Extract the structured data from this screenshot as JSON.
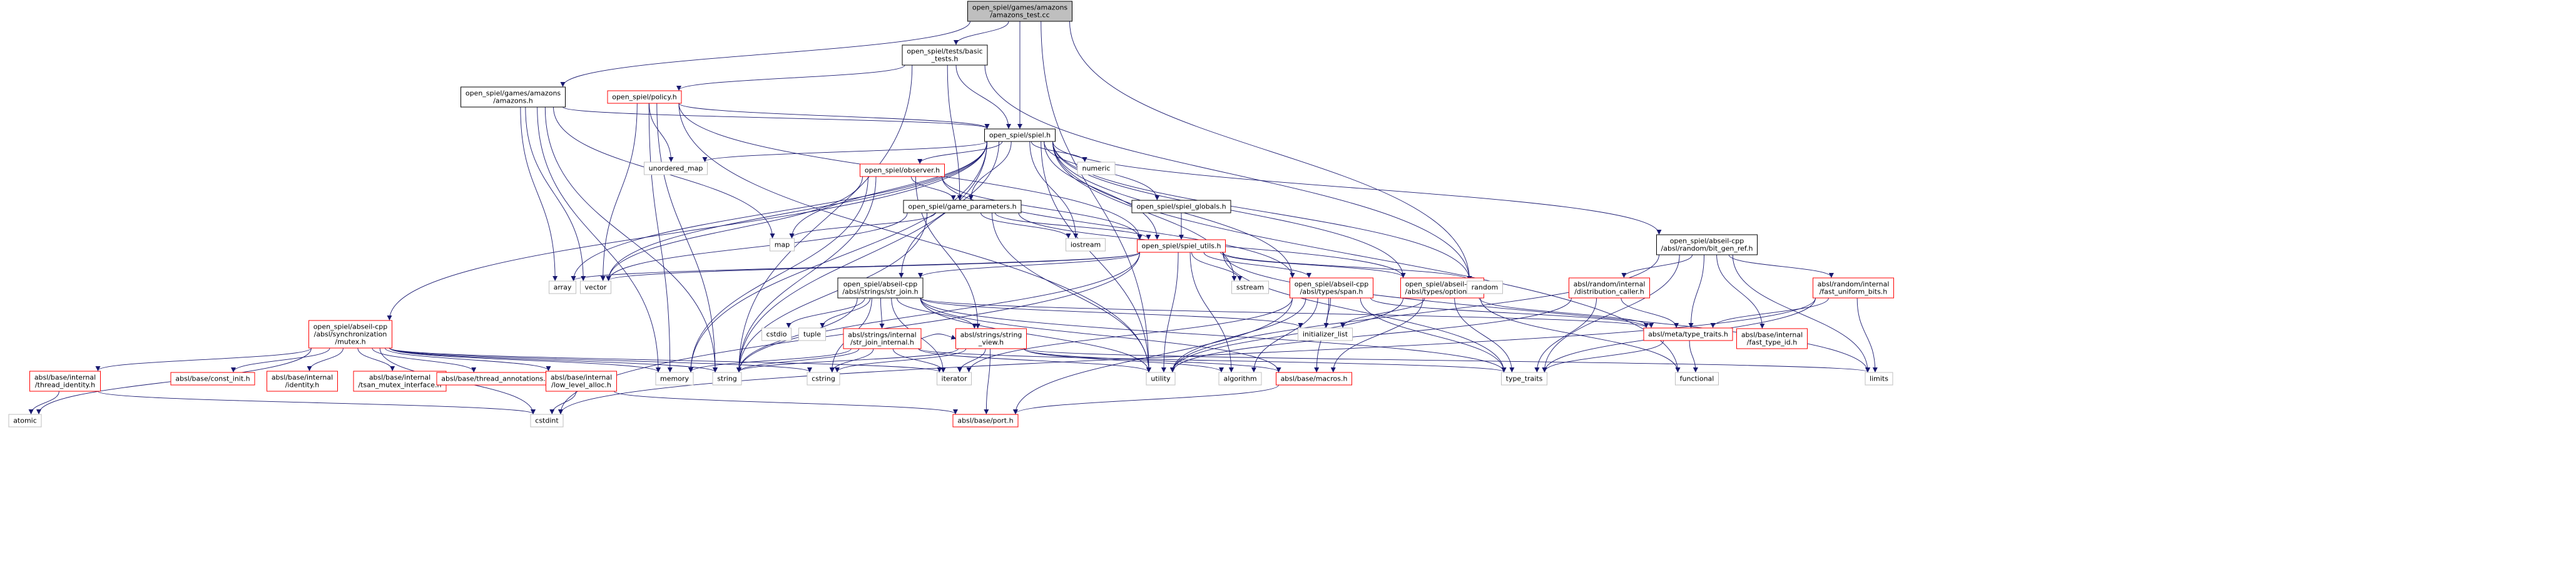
{
  "graph": {
    "colors": {
      "root_fill": "#bfbfbf",
      "edge": "#191970",
      "red_node_border": "#ff0000",
      "gray_node_border": "#bfbfbf",
      "black_node_border": "#000000",
      "node_fill": "#ffffff",
      "text": "#000000"
    },
    "nodes": [
      {
        "id": "amazons_test",
        "lines": [
          "open_spiel/games/amazons",
          "/amazons_test.cc"
        ],
        "style": "root"
      },
      {
        "id": "basic_tests",
        "lines": [
          "open_spiel/tests/basic",
          "_tests.h"
        ],
        "style": "black"
      },
      {
        "id": "amazons_h",
        "lines": [
          "open_spiel/games/amazons",
          "/amazons.h"
        ],
        "style": "black"
      },
      {
        "id": "policy",
        "lines": [
          "open_spiel/policy.h"
        ],
        "style": "red"
      },
      {
        "id": "spiel",
        "lines": [
          "open_spiel/spiel.h"
        ],
        "style": "black"
      },
      {
        "id": "unordered_map",
        "lines": [
          "unordered_map"
        ],
        "style": "gray"
      },
      {
        "id": "numeric",
        "lines": [
          "numeric"
        ],
        "style": "gray"
      },
      {
        "id": "observer",
        "lines": [
          "open_spiel/observer.h"
        ],
        "style": "red"
      },
      {
        "id": "game_parameters",
        "lines": [
          "open_spiel/game_parameters.h"
        ],
        "style": "black"
      },
      {
        "id": "spiel_globals",
        "lines": [
          "open_spiel/spiel_globals.h"
        ],
        "style": "black"
      },
      {
        "id": "map",
        "lines": [
          "map"
        ],
        "style": "gray"
      },
      {
        "id": "iostream",
        "lines": [
          "iostream"
        ],
        "style": "gray"
      },
      {
        "id": "spiel_utils",
        "lines": [
          "open_spiel/spiel_utils.h"
        ],
        "style": "red"
      },
      {
        "id": "bit_gen_ref",
        "lines": [
          "open_spiel/abseil-cpp",
          "/absl/random/bit_gen_ref.h"
        ],
        "style": "black"
      },
      {
        "id": "array",
        "lines": [
          "array"
        ],
        "style": "gray"
      },
      {
        "id": "vector",
        "lines": [
          "vector"
        ],
        "style": "gray"
      },
      {
        "id": "str_join",
        "lines": [
          "open_spiel/abseil-cpp",
          "/absl/strings/str_join.h"
        ],
        "style": "black"
      },
      {
        "id": "sstream",
        "lines": [
          "sstream"
        ],
        "style": "gray"
      },
      {
        "id": "span",
        "lines": [
          "open_spiel/abseil-cpp",
          "/absl/types/span.h"
        ],
        "style": "red"
      },
      {
        "id": "optional",
        "lines": [
          "open_spiel/abseil-cpp",
          "/absl/types/optional.h"
        ],
        "style": "red"
      },
      {
        "id": "random",
        "lines": [
          "random"
        ],
        "style": "gray"
      },
      {
        "id": "distribution_caller",
        "lines": [
          "absl/random/internal",
          "/distribution_caller.h"
        ],
        "style": "red"
      },
      {
        "id": "fast_uniform_bits",
        "lines": [
          "absl/random/internal",
          "/fast_uniform_bits.h"
        ],
        "style": "red"
      },
      {
        "id": "mutex",
        "lines": [
          "open_spiel/abseil-cpp",
          "/absl/synchronization",
          "/mutex.h"
        ],
        "style": "red"
      },
      {
        "id": "cstdio",
        "lines": [
          "cstdio"
        ],
        "style": "gray"
      },
      {
        "id": "tuple",
        "lines": [
          "tuple"
        ],
        "style": "gray"
      },
      {
        "id": "str_join_internal",
        "lines": [
          "absl/strings/internal",
          "/str_join_internal.h"
        ],
        "style": "red"
      },
      {
        "id": "string_view",
        "lines": [
          "absl/strings/string",
          "_view.h"
        ],
        "style": "red"
      },
      {
        "id": "initializer_list",
        "lines": [
          "initializer_list"
        ],
        "style": "gray"
      },
      {
        "id": "type_traits_h",
        "lines": [
          "absl/meta/type_traits.h"
        ],
        "style": "red"
      },
      {
        "id": "fast_type_id",
        "lines": [
          "absl/base/internal",
          "/fast_type_id.h"
        ],
        "style": "red"
      },
      {
        "id": "thread_identity",
        "lines": [
          "absl/base/internal",
          "/thread_identity.h"
        ],
        "style": "red"
      },
      {
        "id": "const_init",
        "lines": [
          "absl/base/const_init.h"
        ],
        "style": "red"
      },
      {
        "id": "identity",
        "lines": [
          "absl/base/internal",
          "/identity.h"
        ],
        "style": "red"
      },
      {
        "id": "tsan_mutex",
        "lines": [
          "absl/base/internal",
          "/tsan_mutex_interface.h"
        ],
        "style": "red"
      },
      {
        "id": "thread_annotations",
        "lines": [
          "absl/base/thread_annotations.h"
        ],
        "style": "red"
      },
      {
        "id": "low_level_alloc",
        "lines": [
          "absl/base/internal",
          "/low_level_alloc.h"
        ],
        "style": "red"
      },
      {
        "id": "memory",
        "lines": [
          "memory"
        ],
        "style": "gray"
      },
      {
        "id": "string",
        "lines": [
          "string"
        ],
        "style": "gray"
      },
      {
        "id": "cstring",
        "lines": [
          "cstring"
        ],
        "style": "gray"
      },
      {
        "id": "iterator",
        "lines": [
          "iterator"
        ],
        "style": "gray"
      },
      {
        "id": "utility",
        "lines": [
          "utility"
        ],
        "style": "gray"
      },
      {
        "id": "algorithm",
        "lines": [
          "algorithm"
        ],
        "style": "gray"
      },
      {
        "id": "macros",
        "lines": [
          "absl/base/macros.h"
        ],
        "style": "red"
      },
      {
        "id": "type_traits",
        "lines": [
          "type_traits"
        ],
        "style": "gray"
      },
      {
        "id": "functional",
        "lines": [
          "functional"
        ],
        "style": "gray"
      },
      {
        "id": "limits",
        "lines": [
          "limits"
        ],
        "style": "gray"
      },
      {
        "id": "atomic",
        "lines": [
          "atomic"
        ],
        "style": "gray"
      },
      {
        "id": "cstdint",
        "lines": [
          "cstdint"
        ],
        "style": "gray"
      },
      {
        "id": "port",
        "lines": [
          "absl/base/port.h"
        ],
        "style": "red"
      }
    ],
    "edges": [
      [
        "amazons_test",
        "basic_tests"
      ],
      [
        "amazons_test",
        "amazons_h"
      ],
      [
        "amazons_test",
        "spiel"
      ],
      [
        "amazons_test",
        "random"
      ],
      [
        "amazons_test",
        "utility"
      ],
      [
        "basic_tests",
        "policy"
      ],
      [
        "basic_tests",
        "spiel"
      ],
      [
        "basic_tests",
        "game_parameters"
      ],
      [
        "basic_tests",
        "random"
      ],
      [
        "basic_tests",
        "string"
      ],
      [
        "amazons_h",
        "spiel"
      ],
      [
        "amazons_h",
        "array"
      ],
      [
        "amazons_h",
        "map"
      ],
      [
        "amazons_h",
        "memory"
      ],
      [
        "amazons_h",
        "string"
      ],
      [
        "amazons_h",
        "vector"
      ],
      [
        "policy",
        "spiel"
      ],
      [
        "policy",
        "unordered_map"
      ],
      [
        "policy",
        "spiel_utils"
      ],
      [
        "policy",
        "memory"
      ],
      [
        "policy",
        "string"
      ],
      [
        "policy",
        "utility"
      ],
      [
        "policy",
        "vector"
      ],
      [
        "spiel",
        "unordered_map"
      ],
      [
        "spiel",
        "numeric"
      ],
      [
        "spiel",
        "observer"
      ],
      [
        "spiel",
        "game_parameters"
      ],
      [
        "spiel",
        "spiel_globals"
      ],
      [
        "spiel",
        "spiel_utils"
      ],
      [
        "spiel",
        "bit_gen_ref"
      ],
      [
        "spiel",
        "map"
      ],
      [
        "spiel",
        "iostream"
      ],
      [
        "spiel",
        "array"
      ],
      [
        "spiel",
        "vector"
      ],
      [
        "spiel",
        "str_join"
      ],
      [
        "spiel",
        "sstream"
      ],
      [
        "spiel",
        "span"
      ],
      [
        "spiel",
        "optional"
      ],
      [
        "spiel",
        "random"
      ],
      [
        "spiel",
        "mutex"
      ],
      [
        "spiel",
        "memory"
      ],
      [
        "spiel",
        "string"
      ],
      [
        "spiel",
        "utility"
      ],
      [
        "spiel",
        "functional"
      ],
      [
        "observer",
        "game_parameters"
      ],
      [
        "observer",
        "spiel_utils"
      ],
      [
        "observer",
        "span"
      ],
      [
        "observer",
        "string_view"
      ],
      [
        "observer",
        "string"
      ],
      [
        "observer",
        "memory"
      ],
      [
        "observer",
        "vector"
      ],
      [
        "game_parameters",
        "map"
      ],
      [
        "game_parameters",
        "spiel_utils"
      ],
      [
        "game_parameters",
        "optional"
      ],
      [
        "game_parameters",
        "iostream"
      ],
      [
        "game_parameters",
        "string"
      ],
      [
        "game_parameters",
        "utility"
      ],
      [
        "game_parameters",
        "vector"
      ],
      [
        "spiel_globals",
        "spiel_utils"
      ],
      [
        "spiel_utils",
        "array"
      ],
      [
        "spiel_utils",
        "vector"
      ],
      [
        "spiel_utils",
        "str_join"
      ],
      [
        "spiel_utils",
        "sstream"
      ],
      [
        "spiel_utils",
        "span"
      ],
      [
        "spiel_utils",
        "optional"
      ],
      [
        "spiel_utils",
        "random"
      ],
      [
        "spiel_utils",
        "string"
      ],
      [
        "spiel_utils",
        "utility"
      ],
      [
        "spiel_utils",
        "algorithm"
      ],
      [
        "spiel_utils",
        "type_traits"
      ],
      [
        "spiel_utils",
        "limits"
      ],
      [
        "spiel_utils",
        "cstdint"
      ],
      [
        "bit_gen_ref",
        "distribution_caller"
      ],
      [
        "bit_gen_ref",
        "fast_uniform_bits"
      ],
      [
        "bit_gen_ref",
        "type_traits_h"
      ],
      [
        "bit_gen_ref",
        "fast_type_id"
      ],
      [
        "bit_gen_ref",
        "type_traits"
      ],
      [
        "bit_gen_ref",
        "utility"
      ],
      [
        "bit_gen_ref",
        "limits"
      ],
      [
        "distribution_caller",
        "type_traits_h"
      ],
      [
        "distribution_caller",
        "type_traits"
      ],
      [
        "distribution_caller",
        "utility"
      ],
      [
        "fast_uniform_bits",
        "type_traits_h"
      ],
      [
        "fast_uniform_bits",
        "type_traits"
      ],
      [
        "fast_uniform_bits",
        "limits"
      ],
      [
        "fast_uniform_bits",
        "cstdint"
      ],
      [
        "str_join",
        "cstdio"
      ],
      [
        "str_join",
        "tuple"
      ],
      [
        "str_join",
        "str_join_internal"
      ],
      [
        "str_join",
        "string_view"
      ],
      [
        "str_join",
        "initializer_list"
      ],
      [
        "str_join",
        "macros"
      ],
      [
        "str_join",
        "type_traits_h"
      ],
      [
        "str_join",
        "iterator"
      ],
      [
        "str_join",
        "string"
      ],
      [
        "str_join",
        "utility"
      ],
      [
        "str_join",
        "type_traits"
      ],
      [
        "str_join",
        "cstring"
      ],
      [
        "str_join_internal",
        "string_view"
      ],
      [
        "str_join_internal",
        "memory"
      ],
      [
        "str_join_internal",
        "string"
      ],
      [
        "str_join_internal",
        "cstring"
      ],
      [
        "str_join_internal",
        "iterator"
      ],
      [
        "str_join_internal",
        "utility"
      ],
      [
        "str_join_internal",
        "type_traits"
      ],
      [
        "string_view",
        "port"
      ],
      [
        "string_view",
        "macros"
      ],
      [
        "string_view",
        "iterator"
      ],
      [
        "string_view",
        "string"
      ],
      [
        "string_view",
        "cstring"
      ],
      [
        "string_view",
        "algorithm"
      ],
      [
        "string_view",
        "limits"
      ],
      [
        "span",
        "macros"
      ],
      [
        "span",
        "type_traits_h"
      ],
      [
        "span",
        "initializer_list"
      ],
      [
        "span",
        "iterator"
      ],
      [
        "span",
        "utility"
      ],
      [
        "span",
        "algorithm"
      ],
      [
        "span",
        "type_traits"
      ],
      [
        "span",
        "port"
      ],
      [
        "optional",
        "type_traits_h"
      ],
      [
        "optional",
        "initializer_list"
      ],
      [
        "optional",
        "utility"
      ],
      [
        "optional",
        "type_traits"
      ],
      [
        "optional",
        "functional"
      ],
      [
        "optional",
        "macros"
      ],
      [
        "type_traits_h",
        "type_traits"
      ],
      [
        "type_traits_h",
        "functional"
      ],
      [
        "mutex",
        "thread_identity"
      ],
      [
        "mutex",
        "const_init"
      ],
      [
        "mutex",
        "identity"
      ],
      [
        "mutex",
        "tsan_mutex"
      ],
      [
        "mutex",
        "thread_annotations"
      ],
      [
        "mutex",
        "low_level_alloc"
      ],
      [
        "mutex",
        "memory"
      ],
      [
        "mutex",
        "string"
      ],
      [
        "mutex",
        "cstring"
      ],
      [
        "mutex",
        "iterator"
      ],
      [
        "mutex",
        "atomic"
      ],
      [
        "mutex",
        "cstdint"
      ],
      [
        "thread_identity",
        "atomic"
      ],
      [
        "thread_identity",
        "cstdint"
      ],
      [
        "low_level_alloc",
        "cstdint"
      ],
      [
        "low_level_alloc",
        "port"
      ],
      [
        "macros",
        "port"
      ]
    ]
  }
}
